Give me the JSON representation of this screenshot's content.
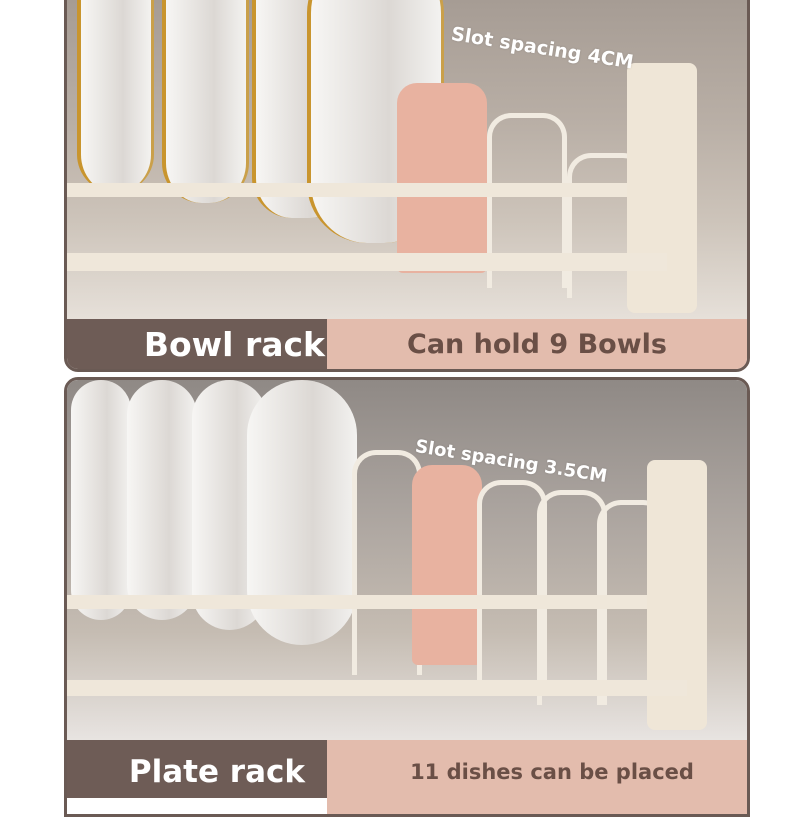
{
  "panels": [
    {
      "title": "Bowl rack",
      "caption": "Can hold 9 Bowls",
      "annotation": "Slot spacing 4CM"
    },
    {
      "title": "Plate rack",
      "caption": "11 dishes can be placed",
      "annotation": "Slot spacing 3.5CM"
    }
  ],
  "colors": {
    "label_dark": "#6e5c56",
    "label_pink": "#e3bcad",
    "caption_text": "#6a4f46",
    "accent_pink_slot": "#e8b2a0",
    "gold_rim": "#c9952e"
  }
}
